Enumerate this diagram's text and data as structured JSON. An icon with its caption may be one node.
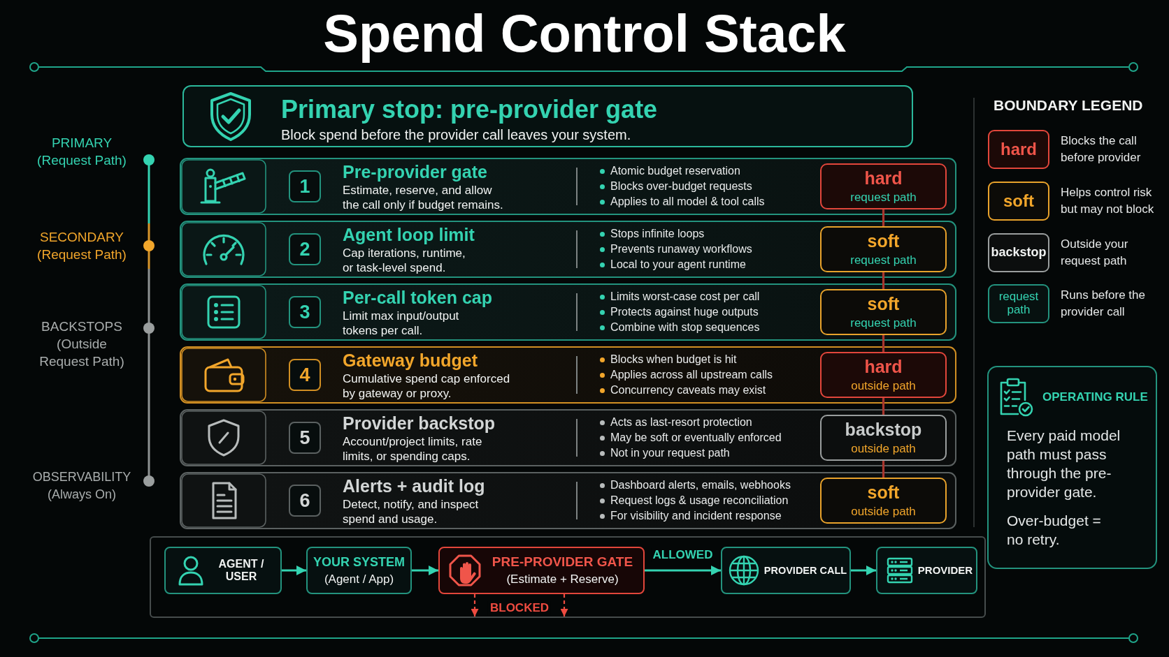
{
  "diagram": {
    "title": "Spend Control Stack",
    "nodes": [
      {
        "text": [
          "Primary stop: pre-provider gate",
          "Block spend before the provider call leaves your system."
        ]
      },
      {
        "text": [
          "Pre-provider gate",
          "Estimate, reserve, and allow the call only if budget remains.",
          "Atomic budget reservation",
          "Blocks over-budget requests",
          "Applies to all model & tool calls"
        ]
      },
      {
        "text": [
          "1"
        ],
        "in": 1
      },
      {
        "text": [
          "hard",
          "request path"
        ],
        "in": 1
      },
      {
        "text": [
          "Agent loop limit",
          "Cap iterations, runtime, or task-level spend.",
          "Stops infinite loops",
          "Prevents runaway workflows",
          "Local to your agent runtime"
        ]
      },
      {
        "text": [
          "2"
        ],
        "in": 4
      },
      {
        "text": [
          "soft",
          "request path"
        ],
        "in": 4
      },
      {
        "text": [
          "Per-call token cap",
          "Limit max input/output tokens per call.",
          "Limits worst-case cost per call",
          "Protects against huge outputs",
          "Combine with stop sequences"
        ]
      },
      {
        "text": [
          "3"
        ],
        "in": 7
      },
      {
        "text": [
          "soft",
          "request path"
        ],
        "in": 7
      },
      {
        "text": [
          "Gateway budget",
          "Cumulative spend cap enforced by gateway or proxy.",
          "Blocks when budget is hit",
          "Applies across all upstream calls",
          "Concurrency caveats may exist"
        ]
      },
      {
        "text": [
          "4"
        ],
        "in": 10
      },
      {
        "text": [
          "hard",
          "outside path"
        ],
        "in": 10
      },
      {
        "text": [
          "Provider backstop",
          "Account/project limits, rate limits, or spending caps.",
          "Acts as last-resort protection",
          "May be soft or eventually enforced",
          "Not in your request path"
        ]
      },
      {
        "text": [
          "5"
        ],
        "in": 13
      },
      {
        "text": [
          "backstop",
          "outside path"
        ],
        "in": 13
      },
      {
        "text": [
          "Alerts + audit log",
          "Detect, notify, and inspect spend and usage.",
          "Dashboard alerts, emails, webhooks",
          "Request logs & usage reconciliation",
          "For visibility and incident response"
        ]
      },
      {
        "text": [
          "6"
        ],
        "in": 16
      },
      {
        "text": [
          "soft",
          "outside path"
        ],
        "in": 16
      },
      {
        "text": [
          "hard"
        ]
      },
      {
        "text": [
          "soft"
        ]
      },
      {
        "text": [
          "backstop"
        ]
      },
      {
        "text": [
          "request path"
        ]
      },
      {
        "text": [
          "OPERATING RULE",
          "Every paid model path must pass through the pre-provider gate.",
          "Over-budget = no retry."
        ]
      },
      {
        "text": [],
        "shape": "box"
      },
      {
        "text": [
          "AGENT / USER"
        ],
        "in": 24
      },
      {
        "text": [
          "YOUR SYSTEM",
          "(Agent / App)"
        ],
        "in": 24
      },
      {
        "text": [
          "PRE-PROVIDER GATE",
          "(Estimate + Reserve)"
        ],
        "in": 24
      },
      {
        "text": [
          "PROVIDER CALL"
        ],
        "in": 24
      },
      {
        "text": [
          "PROVIDER"
        ],
        "in": 24
      }
    ],
    "edges": [
      {
        "from": 3,
        "to": 6,
        "arrow": "none",
        "color": "#a8362e"
      },
      {
        "from": 6,
        "to": 9,
        "arrow": "none",
        "color": "#a8362e"
      },
      {
        "from": 9,
        "to": 12,
        "arrow": "none",
        "color": "#a8362e"
      },
      {
        "from": 12,
        "to": 15,
        "arrow": "none",
        "color": "#a8362e"
      },
      {
        "from": 15,
        "to": 18,
        "arrow": "none",
        "color": "#a8362e"
      },
      {
        "from": 25,
        "to": 26,
        "arrow": "to",
        "color": "#34d3b1"
      },
      {
        "from": 26,
        "to": 27,
        "arrow": "to",
        "color": "#34d3b1"
      },
      {
        "from": 27,
        "to": 28,
        "arrow": "to",
        "label": "ALLOWED",
        "color": "#34d3b1"
      },
      {
        "from": 28,
        "to": 29,
        "arrow": "to",
        "color": "#34d3b1"
      },
      {
        "from": 27,
        "to": null,
        "arrow": "to",
        "label": "BLOCKED",
        "style": "dashed",
        "color": "#ee4b40"
      },
      {
        "from": 27,
        "to": null,
        "arrow": "to",
        "style": "dashed",
        "color": "#ee4b40"
      }
    ],
    "labels": [
      "PRIMARY (Request Path)",
      "SECONDARY (Request Path)",
      "BACKSTOPS (Outside Request Path)",
      "OBSERVABILITY (Always On)",
      "BOUNDARY LEGEND"
    ],
    "legend": [
      {
        "text": "Blocks the call before provider"
      },
      {
        "text": "Helps control risk but may not block"
      },
      {
        "text": "Outside your request path"
      },
      {
        "text": "Runs before the provider call"
      }
    ]
  }
}
